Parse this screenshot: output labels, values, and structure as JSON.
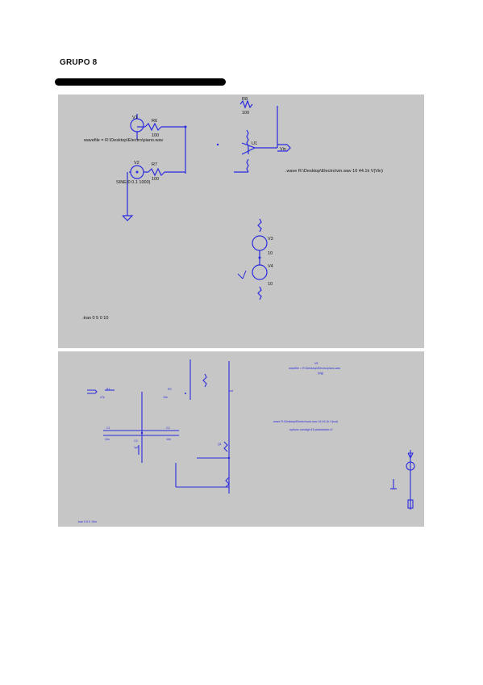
{
  "document": {
    "title": "GRUPO 8"
  },
  "schematic_top": {
    "labels": {
      "v1": "V1",
      "r6": "R6",
      "r6_value": "100",
      "r7": "R7",
      "r7_value": "100",
      "v2": "V2",
      "v2_value": "SINE(0 0.1 1000)",
      "wavefile": "wavefile = R:\\Desktop\\Electro\\piano.wav",
      "r8": "R8",
      "r8_value": "100",
      "u1": "U1",
      "vin": "Vin",
      "wave_cmd": ".wave R:\\Desktop\\Electro\\vin.wav 16 44.1k V(Vin)",
      "v3": "V3",
      "v3_value": "10",
      "v4": "V4",
      "v4_value": "10",
      "tran_cmd": ".tran 0 5 0 10"
    }
  },
  "schematic_bottom": {
    "labels": {
      "v5": "V5",
      "wavefile2": "wavefile = R:\\Desktop\\Electro\\piano.wav",
      "v5_note": "(sig)",
      "wave_cmd2": ".wave R:\\Desktop\\Electro\\vout.wav 16 44.1k V(out)",
      "options": ".options numdgt=15 plotwinsize=0",
      "r1": "R1",
      "r1_value": "47k",
      "r2": "R2",
      "r2_value": "10k",
      "c1": "C1",
      "c1_value": "10u",
      "c2": "C2",
      "c2_value": "10n",
      "c3": "C3",
      "c3_value": "1µF",
      "q1": "Q1",
      "out": "out",
      "tran_cmd2": ".tran 0 5 0 10m"
    }
  }
}
